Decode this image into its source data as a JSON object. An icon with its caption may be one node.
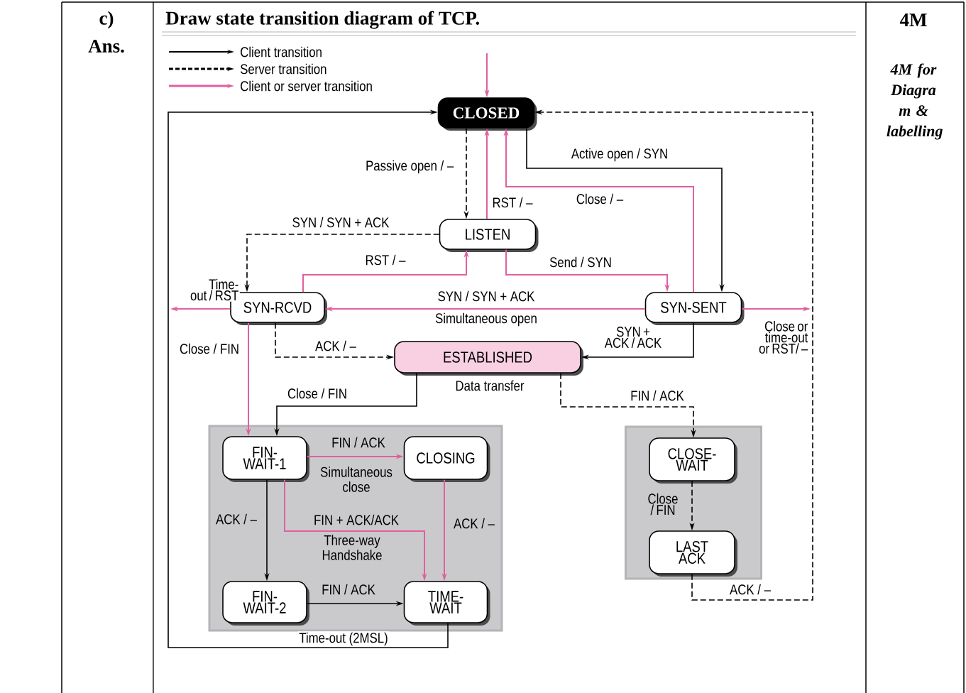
{
  "diagram": {
    "title": "Draw state transition diagram of TCP.",
    "nodes": [
      {
        "text": [
          "CLOSED"
        ]
      },
      {
        "text": [
          "LISTEN"
        ]
      },
      {
        "text": [
          "SYN-RCVD"
        ]
      },
      {
        "text": [
          "SYN-SENT"
        ]
      },
      {
        "text": [
          "ESTABLISHED"
        ],
        "beside": [
          "Data transfer"
        ]
      },
      {
        "text": [],
        "shape": "box"
      },
      {
        "text": [
          "FIN- WAIT-1"
        ],
        "in": 5
      },
      {
        "text": [
          "CLOSING"
        ],
        "in": 5
      },
      {
        "text": [
          "FIN- WAIT-2"
        ],
        "in": 5
      },
      {
        "text": [
          "TIME- WAIT"
        ],
        "in": 5
      },
      {
        "text": [],
        "shape": "box"
      },
      {
        "text": [
          "CLOSE- WAIT"
        ],
        "in": 10
      },
      {
        "text": [
          "LAST ACK"
        ],
        "in": 10
      }
    ],
    "edges": [
      {
        "from": null,
        "to": 0,
        "arrow": "to"
      },
      {
        "from": 0,
        "to": 1,
        "arrow": "to",
        "style": "dashed",
        "color": "#000000",
        "label": "Passive open / –"
      },
      {
        "from": 1,
        "to": 0,
        "arrow": "to",
        "label": "RST / –"
      },
      {
        "from": 3,
        "to": 0,
        "arrow": "to",
        "label": "Close / –"
      },
      {
        "from": 0,
        "to": 3,
        "arrow": "to",
        "color": "#000000",
        "label": "Active open / SYN"
      },
      {
        "from": 1,
        "to": 2,
        "arrow": "to",
        "style": "dashed",
        "color": "#000000",
        "label": "SYN / SYN + ACK"
      },
      {
        "from": 2,
        "to": 1,
        "arrow": "to",
        "label": "RST / –"
      },
      {
        "from": 1,
        "to": 3,
        "arrow": "to",
        "label": "Send / SYN"
      },
      {
        "from": 3,
        "to": 2,
        "arrow": "to",
        "label": "SYN / SYN + ACK"
      },
      {
        "from": 2,
        "to": null,
        "arrow": "to",
        "label": "Time-out / RST"
      },
      {
        "from": 3,
        "to": null,
        "arrow": "to",
        "label": "Close or time-out or RST/ –"
      },
      {
        "from": 3,
        "to": 4,
        "arrow": "to",
        "color": "#000000",
        "label": "SYN + ACK / ACK"
      },
      {
        "from": 2,
        "to": 4,
        "arrow": "to",
        "style": "dashed",
        "color": "#000000",
        "label": "ACK / –"
      },
      {
        "from": 2,
        "to": 6,
        "arrow": "to",
        "label": "Close / FIN"
      },
      {
        "from": 4,
        "to": 6,
        "arrow": "to",
        "color": "#000000",
        "label": "Close / FIN"
      },
      {
        "from": 4,
        "to": 11,
        "arrow": "to",
        "style": "dashed",
        "color": "#000000",
        "label": "FIN / ACK"
      },
      {
        "from": 6,
        "to": 7,
        "arrow": "to",
        "label": "FIN / ACK"
      },
      {
        "from": 6,
        "to": 8,
        "arrow": "to",
        "color": "#000000",
        "label": "ACK / –"
      },
      {
        "from": 6,
        "to": 9,
        "arrow": "to",
        "label": "FIN + ACK/ACK"
      },
      {
        "from": 7,
        "to": 9,
        "arrow": "to",
        "label": "ACK / –"
      },
      {
        "from": 8,
        "to": 9,
        "arrow": "to",
        "color": "#000000",
        "label": "FIN / ACK"
      },
      {
        "from": 9,
        "to": 0,
        "arrow": "to",
        "color": "#000000",
        "label": "Time-out (2MSL)"
      },
      {
        "from": 11,
        "to": 12,
        "arrow": "to",
        "style": "dashed",
        "color": "#000000",
        "label": "Close / FIN"
      },
      {
        "from": 12,
        "to": 0,
        "arrow": "to",
        "style": "dashed",
        "color": "#000000",
        "label": "ACK / –"
      }
    ],
    "labels": [
      "c)",
      "Ans.",
      "4M",
      "4M for Diagra m & labelling",
      "Simultaneous open",
      "Simultaneous close",
      "Three-way Handshake"
    ],
    "legend": [
      {
        "text": "Client transition"
      },
      {
        "text": "Server transition"
      },
      {
        "text": "Client or server transition"
      }
    ]
  }
}
